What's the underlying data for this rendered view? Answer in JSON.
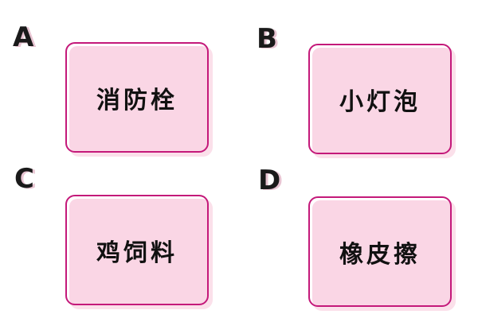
{
  "options": [
    {
      "letter": "A",
      "text": "消防栓"
    },
    {
      "letter": "B",
      "text": "小灯泡"
    },
    {
      "letter": "C",
      "text": "鸡饲料"
    },
    {
      "letter": "D",
      "text": "橡皮擦"
    }
  ],
  "colors": {
    "border": "#c4197a",
    "fill": "#fad6e5",
    "shadow": "#fbe0ea",
    "letter_shadow": "#e8c4d2"
  }
}
